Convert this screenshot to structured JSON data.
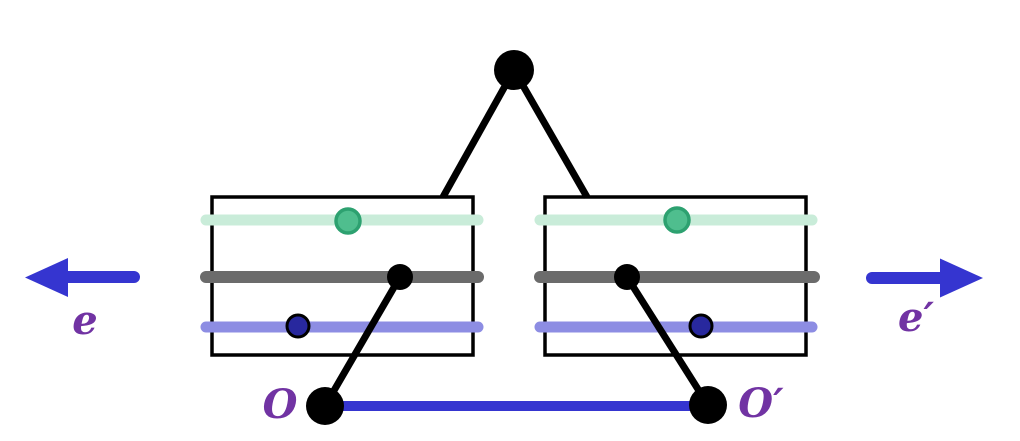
{
  "diagram": {
    "description_labels": {
      "left_arrow_label": "e",
      "right_arrow_label": "e′",
      "left_origin_label": "O",
      "right_origin_label": "O′"
    },
    "colors": {
      "background": "#ffffff",
      "black": "#000000",
      "mint_line": "#c9ecd9",
      "green_dot_fill": "#4fbe8e",
      "green_dot_stroke": "#2da170",
      "gray_line": "#6b6b6b",
      "lavender_line": "#8d8de3",
      "navy_dot_fill": "#28289e",
      "blue_accent": "#3535d0",
      "label_purple": "#7133a3"
    }
  }
}
